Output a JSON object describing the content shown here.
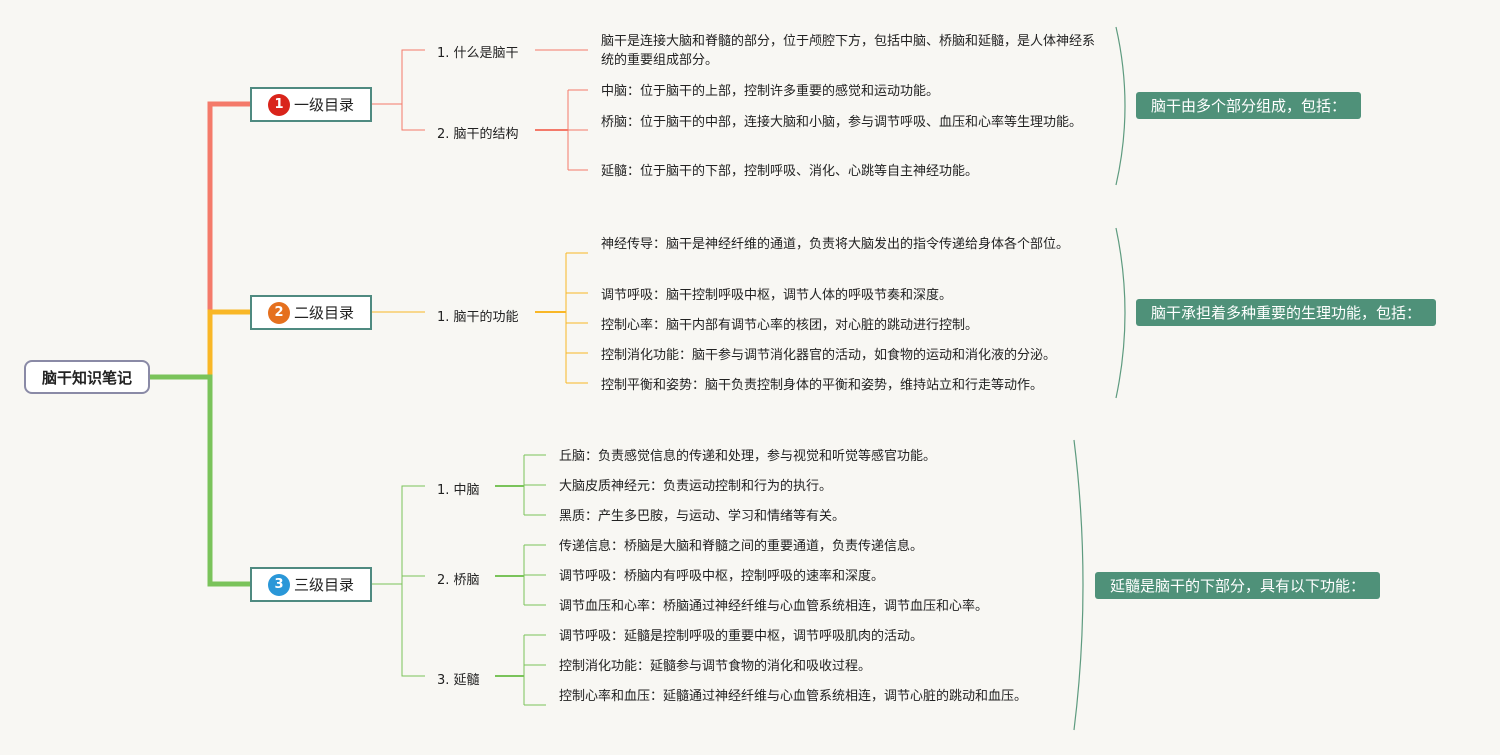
{
  "colors": {
    "branch1": "#f47a6a",
    "branch2": "#f9b726",
    "branch3": "#7ac35a",
    "badge1": "#d9241b",
    "badge2": "#e5701e",
    "badge3": "#2a97d8",
    "summary_bg": "#4f9179",
    "brace": "#5e9b7f",
    "node_border": "#4f8a80"
  },
  "root": {
    "label": "脑干知识笔记"
  },
  "branches": [
    {
      "badge": "1",
      "label": "一级目录",
      "subs": [
        {
          "label": "1. 什么是脑干",
          "leaves": [
            "脑干是连接大脑和脊髓的部分，位于颅腔下方，包括中脑、桥脑和延髓，是人体神经系统的重要组成部分。"
          ]
        },
        {
          "label": "2. 脑干的结构",
          "leaves": [
            "中脑：位于脑干的上部，控制许多重要的感觉和运动功能。",
            "桥脑：位于脑干的中部，连接大脑和小脑，参与调节呼吸、血压和心率等生理功能。",
            "延髓：位于脑干的下部，控制呼吸、消化、心跳等自主神经功能。"
          ]
        }
      ],
      "summary": "脑干由多个部分组成，包括："
    },
    {
      "badge": "2",
      "label": "二级目录",
      "subs": [
        {
          "label": "1. 脑干的功能",
          "leaves": [
            "神经传导：脑干是神经纤维的通道，负责将大脑发出的指令传递给身体各个部位。",
            "调节呼吸：脑干控制呼吸中枢，调节人体的呼吸节奏和深度。",
            "控制心率：脑干内部有调节心率的核团，对心脏的跳动进行控制。",
            "控制消化功能：脑干参与调节消化器官的活动，如食物的运动和消化液的分泌。",
            "控制平衡和姿势：脑干负责控制身体的平衡和姿势，维持站立和行走等动作。"
          ]
        }
      ],
      "summary": "脑干承担着多种重要的生理功能，包括："
    },
    {
      "badge": "3",
      "label": "三级目录",
      "subs": [
        {
          "label": "1. 中脑",
          "leaves": [
            "丘脑：负责感觉信息的传递和处理，参与视觉和听觉等感官功能。",
            "大脑皮质神经元：负责运动控制和行为的执行。",
            "黑质：产生多巴胺，与运动、学习和情绪等有关。"
          ]
        },
        {
          "label": "2. 桥脑",
          "leaves": [
            "传递信息：桥脑是大脑和脊髓之间的重要通道，负责传递信息。",
            "调节呼吸：桥脑内有呼吸中枢，控制呼吸的速率和深度。",
            "调节血压和心率：桥脑通过神经纤维与心血管系统相连，调节血压和心率。"
          ]
        },
        {
          "label": "3. 延髓",
          "leaves": [
            "调节呼吸：延髓是控制呼吸的重要中枢，调节呼吸肌肉的活动。",
            "控制消化功能：延髓参与调节食物的消化和吸收过程。",
            "控制心率和血压：延髓通过神经纤维与心血管系统相连，调节心脏的跳动和血压。"
          ]
        }
      ],
      "summary": "延髓是脑干的下部分，具有以下功能："
    }
  ]
}
